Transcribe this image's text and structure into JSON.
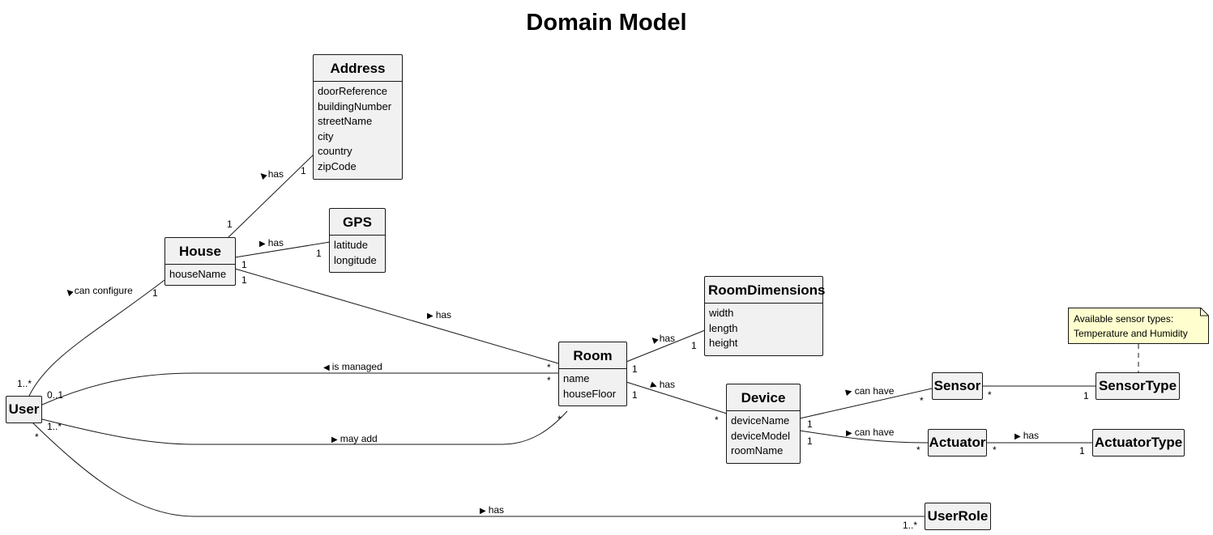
{
  "title": "Domain Model",
  "classes": {
    "address": {
      "name": "Address",
      "attributes": [
        "doorReference",
        "buildingNumber",
        "streetName",
        "city",
        "country",
        "zipCode"
      ]
    },
    "gps": {
      "name": "GPS",
      "attributes": [
        "latitude",
        "longitude"
      ]
    },
    "house": {
      "name": "House",
      "attributes": [
        "houseName"
      ]
    },
    "room_dimensions": {
      "name": "RoomDimensions",
      "attributes": [
        "width",
        "length",
        "height"
      ]
    },
    "room": {
      "name": "Room",
      "attributes": [
        "name",
        "houseFloor"
      ]
    },
    "device": {
      "name": "Device",
      "attributes": [
        "deviceName",
        "deviceModel",
        "roomName"
      ]
    },
    "user": {
      "name": "User"
    },
    "sensor": {
      "name": "Sensor"
    },
    "sensor_type": {
      "name": "SensorType"
    },
    "actuator": {
      "name": "Actuator"
    },
    "actuator_type": {
      "name": "ActuatorType"
    },
    "user_role": {
      "name": "UserRole"
    }
  },
  "note": {
    "line1": "Available sensor types:",
    "line2": "Temperature and Humidity"
  },
  "associations": {
    "house_address": {
      "label": "has",
      "arrow": "◀",
      "m_house": "1",
      "m_address": "1"
    },
    "house_gps": {
      "label": "has",
      "arrow": "▶",
      "m_house": "1",
      "m_gps": "1"
    },
    "house_room": {
      "label": "has",
      "arrow": "▶",
      "m_house": "1",
      "m_room": "*"
    },
    "user_house": {
      "label": "can configure",
      "arrow": "◀",
      "m_user": "1..*",
      "m_house": "1"
    },
    "user_room_managed": {
      "label": "is managed",
      "arrow": "◀",
      "m_user": "0..1",
      "m_room": "*"
    },
    "user_room_add": {
      "label": "may add",
      "arrow": "▶",
      "m_user": "1..*",
      "m_room": "*"
    },
    "user_role": {
      "label": "has",
      "arrow": "▶",
      "m_user": "*",
      "m_role": "1..*"
    },
    "room_dimensions": {
      "label": "has",
      "arrow": "◀",
      "m_room": "1",
      "m_dims": "1"
    },
    "room_device": {
      "label": "has",
      "arrow": "▶",
      "m_room": "1",
      "m_device": "*"
    },
    "device_sensor": {
      "label": "can have",
      "arrow": "▶",
      "m_device": "1",
      "m_sensor": "*"
    },
    "device_actuator": {
      "label": "can have",
      "arrow": "▶",
      "m_device": "1",
      "m_actuator": "*"
    },
    "sensor_type": {
      "m_sensor": "*",
      "m_type": "1"
    },
    "actuator_type": {
      "label": "has",
      "arrow": "▶",
      "m_actuator": "*",
      "m_type": "1"
    }
  }
}
